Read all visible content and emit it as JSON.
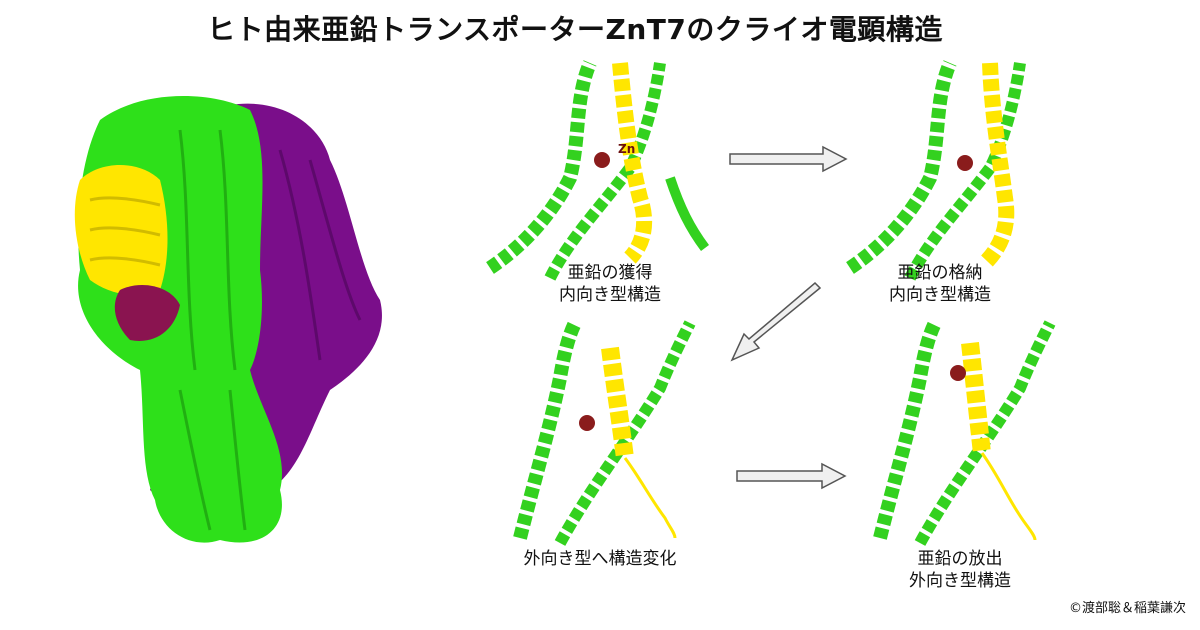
{
  "title": "ヒト由来亜鉛トランスポーターZnT7のクライオ電顕構造",
  "panels": [
    {
      "caption_line1": "亜鉛の獲得",
      "caption_line2": "内向き型構造",
      "zn_label": "Zn"
    },
    {
      "caption_line1": "亜鉛の格納",
      "caption_line2": "内向き型構造"
    },
    {
      "caption_line1": "外向き型へ構造変化",
      "caption_line2": ""
    },
    {
      "caption_line1": "亜鉛の放出",
      "caption_line2": "外向き型構造"
    }
  ],
  "credit": "©渡部聡＆稲葉謙次",
  "colors": {
    "helix_green": "#33d11f",
    "helix_yellow": "#ffe600",
    "density_green": "#2ee01a",
    "density_purple": "#7a0e8a",
    "density_maroon": "#8a1450",
    "zinc": "#8a1c1c",
    "arrow_fill": "#f0f0f0",
    "arrow_stroke": "#555555"
  }
}
